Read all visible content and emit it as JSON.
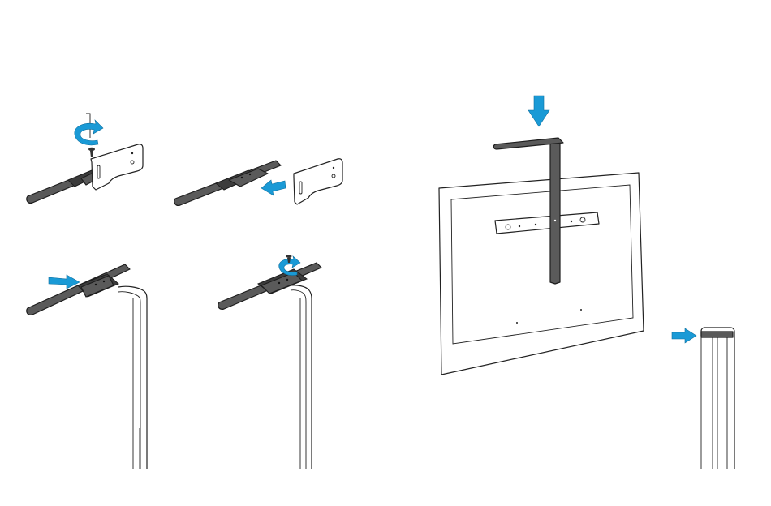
{
  "diagram": {
    "steps": [
      {
        "id": "step-1",
        "action": "tighten-screw"
      },
      {
        "id": "step-2",
        "action": "slide-bracket-plate"
      },
      {
        "id": "step-3",
        "action": "slide-arm-onto-stand"
      },
      {
        "id": "step-4",
        "action": "tighten-screw"
      },
      {
        "id": "step-5",
        "action": "lower-arm-onto-display"
      },
      {
        "id": "step-6",
        "action": "push-cap-onto-stand"
      }
    ],
    "colors": {
      "arrow": "#1a9ad6",
      "arm": "#5a5a5a",
      "arm_edge": "#1e1e1e",
      "line": "#222222",
      "paper": "#ffffff"
    },
    "icons": [
      "rotate-arrow-icon",
      "push-arrow-icon",
      "down-arrow-icon",
      "hex-key-icon",
      "screw-icon"
    ]
  }
}
